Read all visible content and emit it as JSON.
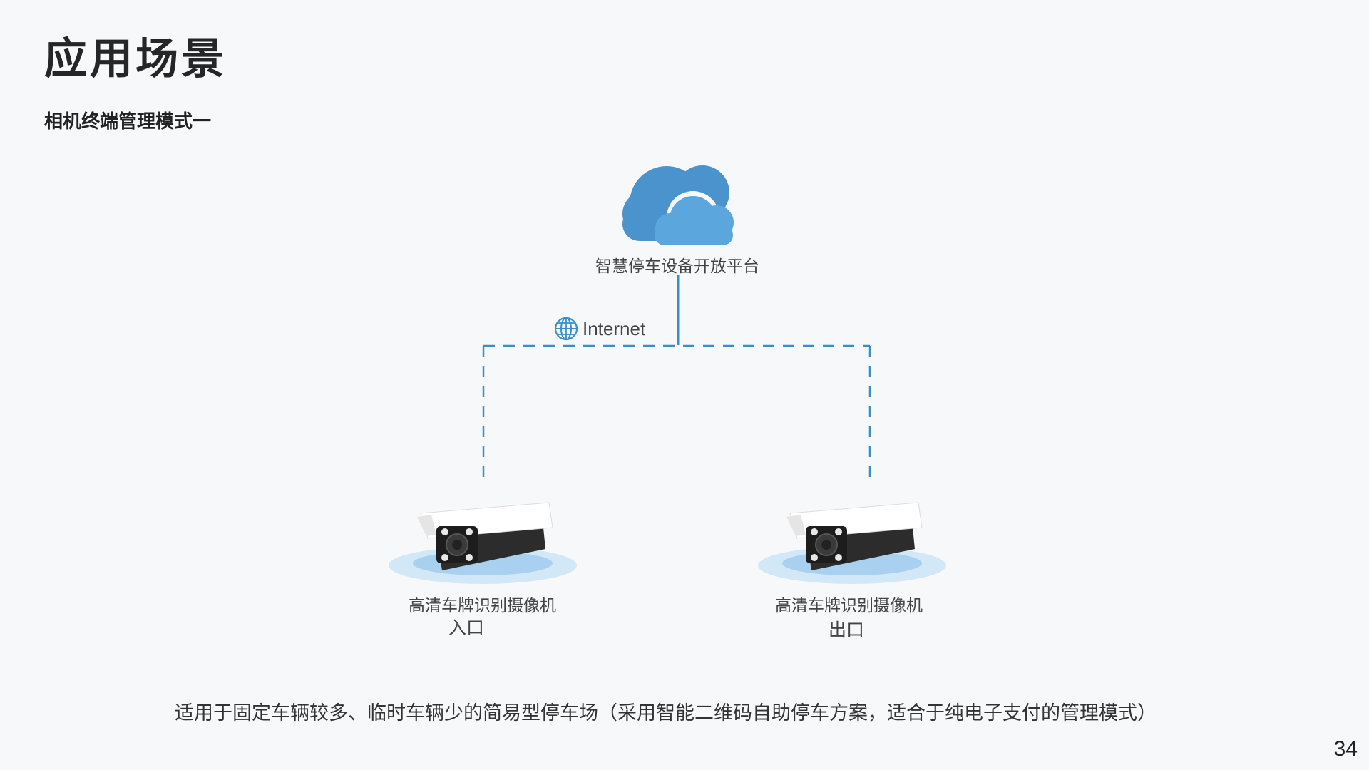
{
  "page": {
    "title": "应用场景",
    "subtitle": "相机终端管理模式一",
    "page_number": "34"
  },
  "diagram": {
    "cloud": {
      "icon": "cloud-icon",
      "label": "智慧停车设备开放平台"
    },
    "network": {
      "icon": "globe-icon",
      "label": "Internet"
    },
    "cameras": [
      {
        "icon": "camera-icon",
        "name": "高清车牌识别摄像机",
        "position": "入口"
      },
      {
        "icon": "camera-icon",
        "name": "高清车牌识别摄像机",
        "position": "出口"
      }
    ],
    "colors": {
      "cloud_front": "#5aa6dd",
      "cloud_back": "#4b93cc",
      "line": "#3b8fc4",
      "platform": "#bcdcf2"
    }
  },
  "footer": {
    "description": "适用于固定车辆较多、临时车辆少的简易型停车场（采用智能二维码自助停车方案，适合于纯电子支付的管理模式）"
  }
}
